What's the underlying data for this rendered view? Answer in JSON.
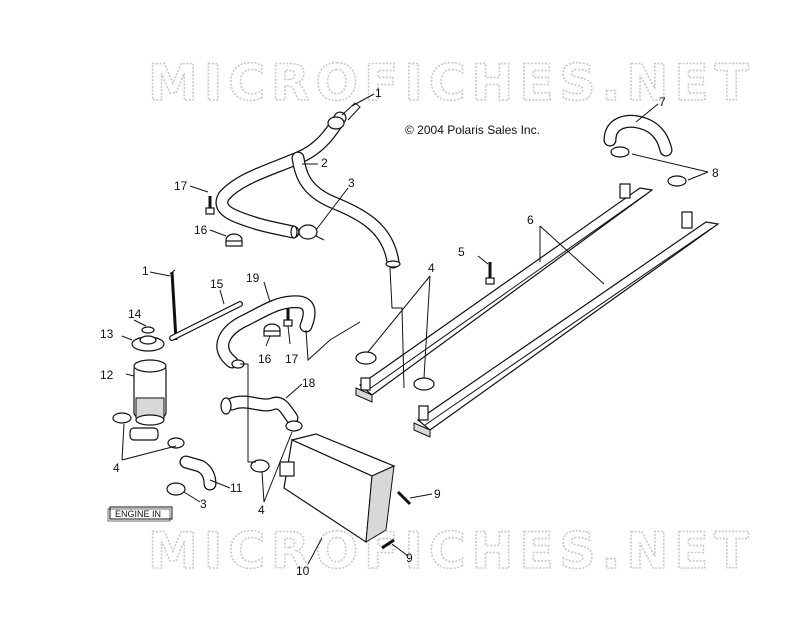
{
  "diagram": {
    "watermark_top": "MICROFICHES.NET",
    "watermark_bottom": "MICROFICHES.NET",
    "copyright": "© 2004 Polaris Sales Inc.",
    "engine_label": "ENGINE IN",
    "callouts": {
      "c1_top": "1",
      "c1_left": "1",
      "c2": "2",
      "c3_top": "3",
      "c3_bottom": "3",
      "c4_center": "4",
      "c4_left": "4",
      "c4_bottom": "4",
      "c5": "5",
      "c6": "6",
      "c7": "7",
      "c8": "8",
      "c9_upper": "9",
      "c9_lower": "9",
      "c10": "10",
      "c11": "11",
      "c12": "12",
      "c13": "13",
      "c14": "14",
      "c15": "15",
      "c16_top": "16",
      "c16_mid": "16",
      "c17_top": "17",
      "c17_mid": "17",
      "c18": "18",
      "c19": "19"
    }
  }
}
